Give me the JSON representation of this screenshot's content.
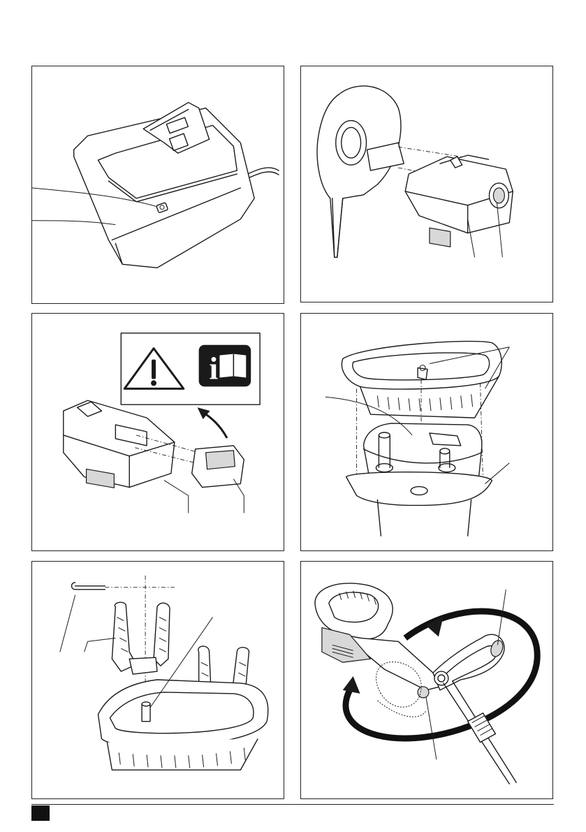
{
  "page": {
    "page_number": ""
  },
  "figures": [
    {
      "id": "fig-charger",
      "icon": "battery-charger-illustration"
    },
    {
      "id": "fig-battery-insert",
      "icon": "battery-insertion-illustration"
    },
    {
      "id": "fig-battery-warning",
      "icon": "battery-warning-label-illustration"
    },
    {
      "id": "fig-spool-cover",
      "icon": "spool-cover-illustration"
    },
    {
      "id": "fig-spool-blades",
      "icon": "spool-blade-assembly-illustration"
    },
    {
      "id": "fig-handle-rotation",
      "icon": "handle-rotation-illustration"
    }
  ],
  "symbols": {
    "warning": "warning-triangle-icon",
    "manual": "read-manual-icon",
    "manual_letter": "i"
  }
}
